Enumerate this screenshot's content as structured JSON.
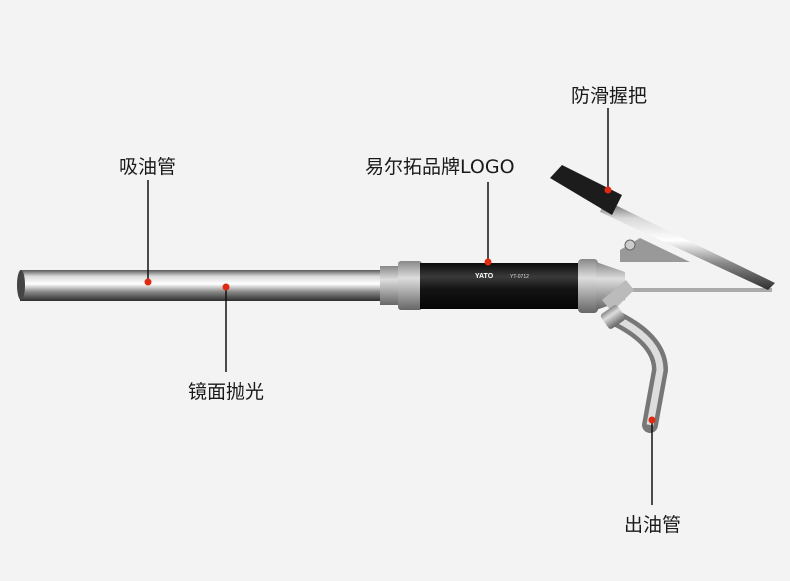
{
  "labels": {
    "suction_pipe": "吸油管",
    "mirror_polish": "镜面抛光",
    "brand_logo": "易尔拓品牌LOGO",
    "grip": "防滑握把",
    "outlet_pipe": "出油管"
  },
  "product": {
    "brand": "YATO",
    "model": "YT-0712"
  },
  "colors": {
    "marker": "#e02a10",
    "background": "#f3f3f3",
    "body": "#1b1b1b"
  }
}
